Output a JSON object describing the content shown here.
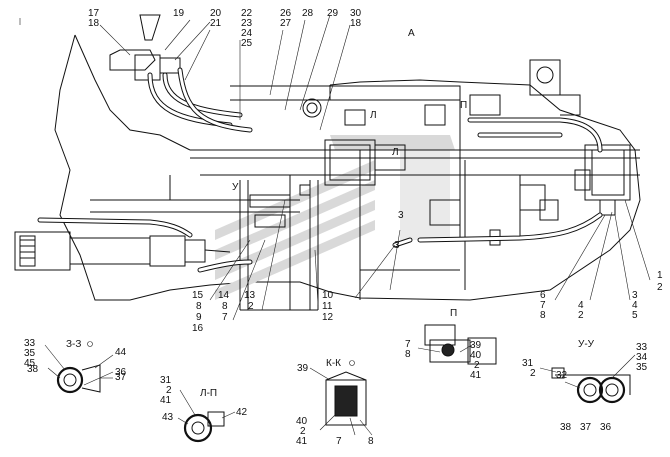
{
  "view_labels": {
    "a": "А",
    "l_top": "Л",
    "l_mid": "Л",
    "u": "У",
    "p": "П",
    "z3_mark": "З",
    "z3_mark2": "3"
  },
  "sections": {
    "z3": "З-З",
    "lp": "Л-П",
    "kk": "К-К",
    "p": "П",
    "uu": "У-У"
  },
  "top_labels": [
    "17",
    "18",
    "19",
    "20",
    "21",
    "22",
    "23",
    "24",
    "25",
    "26",
    "27",
    "28",
    "29",
    "30",
    "18"
  ],
  "bottom_labels": [
    "15",
    "8",
    "9",
    "16",
    "14",
    "8",
    "7",
    "13",
    "2",
    "10",
    "11",
    "12"
  ],
  "right_labels": [
    "6",
    "7",
    "8",
    "4",
    "2",
    "3",
    "4",
    "5",
    "1",
    "2"
  ],
  "section_labels": {
    "z3": [
      "33",
      "35",
      "45",
      "44",
      "37",
      "38",
      "36"
    ],
    "lp": [
      "31",
      "2",
      "41",
      "42",
      "43"
    ],
    "kk": [
      "39",
      "40",
      "2",
      "41",
      "7",
      "8"
    ],
    "p": [
      "7",
      "8",
      "39",
      "40",
      "2",
      "41"
    ],
    "uu": [
      "33",
      "34",
      "35",
      "31",
      "2",
      "32",
      "38",
      "37",
      "36"
    ]
  }
}
